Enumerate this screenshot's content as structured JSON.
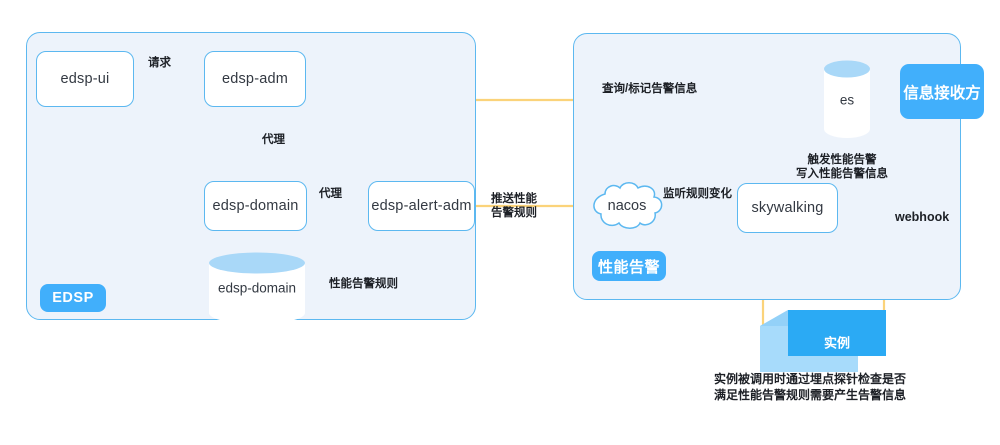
{
  "diagram": {
    "title_hidden": "",
    "accent_blue": "#41AFFB",
    "panel_border": "#5CB8F0",
    "panel_fill": "#EDF3FB",
    "arrow_color": "#FBD37A",
    "text_color": "#1d2026"
  },
  "panels": [
    {
      "id": "edsp",
      "badge": "EDSP"
    },
    {
      "id": "perf",
      "badge": "性能告警"
    }
  ],
  "nodes": {
    "edsp_ui": "edsp-ui",
    "edsp_adm": "edsp-adm",
    "edsp_domain_svc": "edsp-domain",
    "edsp_alert_adm": "edsp-alert-adm",
    "edsp_domain_db": "edsp-domain",
    "nacos": "nacos",
    "skywalking": "skywalking",
    "es": "es",
    "receiver": "信息接收方",
    "instance": "实例"
  },
  "edges": [
    {
      "id": "ui-to-adm",
      "label": "请求",
      "from": "edsp-ui",
      "to": "edsp-adm"
    },
    {
      "id": "adm-to-domain",
      "label": "代理",
      "from": "edsp-adm",
      "to": "edsp-domain"
    },
    {
      "id": "domain-to-alertadm",
      "label": "代理",
      "from": "edsp-domain",
      "to": "edsp-alert-adm"
    },
    {
      "id": "alertadm-to-db",
      "label": "性能告警规则",
      "from": "edsp-alert-adm",
      "to": "edsp-domain-db"
    },
    {
      "id": "alertadm-to-es",
      "label": "查询/标记告警信息",
      "from": "edsp-alert-adm",
      "to": "es"
    },
    {
      "id": "alertadm-to-nacos",
      "label": "推送性能\n告警规则",
      "from": "edsp-alert-adm",
      "to": "nacos"
    },
    {
      "id": "skywalking-to-nacos",
      "label": "监听规则变化",
      "from": "skywalking",
      "to": "nacos",
      "style": "dotted"
    },
    {
      "id": "skywalking-to-es",
      "label": "触发性能告警\n写入性能告警信息",
      "from": "skywalking",
      "to": "es"
    },
    {
      "id": "skywalking-to-recv",
      "label": "webhook",
      "from": "skywalking",
      "to": "信息接收方"
    },
    {
      "id": "skywalking-to-instance",
      "label": "",
      "from": "skywalking",
      "to": "实例"
    },
    {
      "id": "instance-to-skywalking",
      "label": "",
      "from": "实例",
      "to": "skywalking"
    }
  ],
  "caption": "实例被调用时通过埋点探针检查是否\n满足性能告警规则需要产生告警信息"
}
